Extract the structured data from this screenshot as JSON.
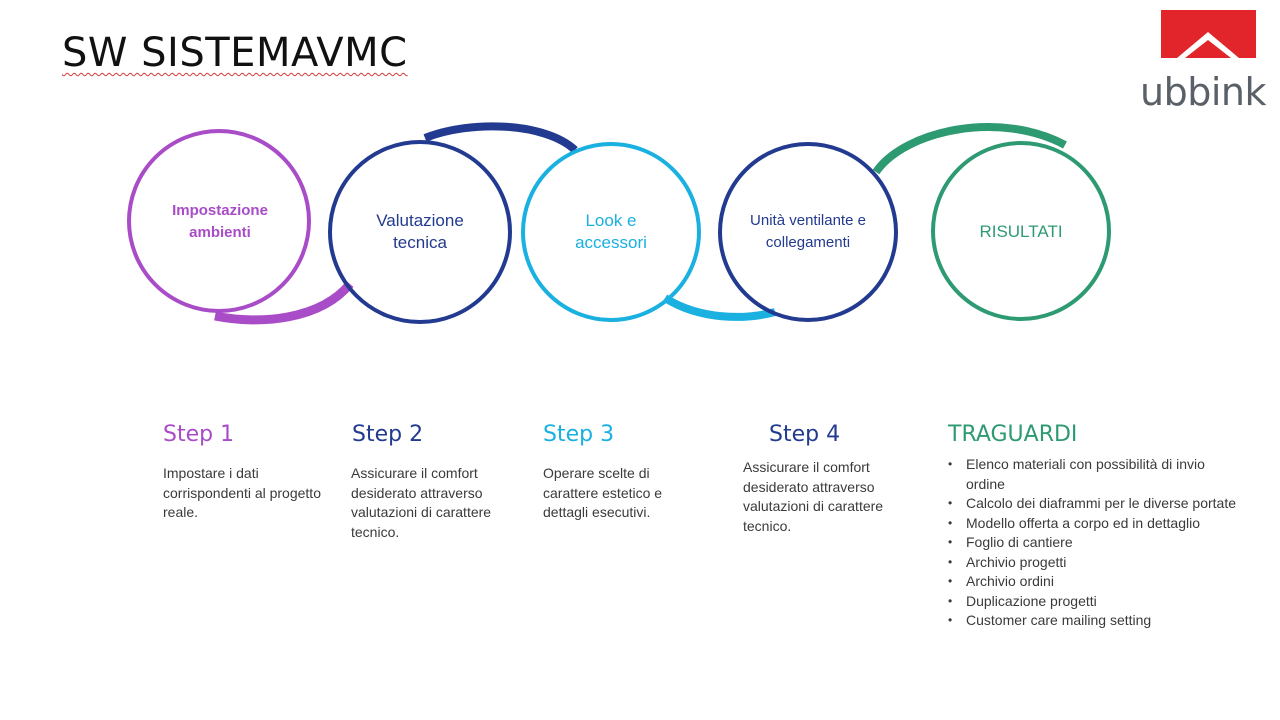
{
  "title": "SW SISTEMAVMC",
  "logo": {
    "text": "ubbink",
    "color": "#e2252b"
  },
  "circles": [
    {
      "label": "Impostazione ambienti",
      "color": "#a94cc7"
    },
    {
      "label": "Valutazione tecnica",
      "color": "#223a8f"
    },
    {
      "label": "Look e accessori",
      "color": "#1ab0e0"
    },
    {
      "label": "Unità ventilante e collegamenti",
      "color": "#223a8f"
    },
    {
      "label": "RISULTATI",
      "color": "#2e9a72"
    }
  ],
  "steps": [
    {
      "heading": "Step 1",
      "text": "Impostare i dati corrispondenti al progetto reale.",
      "color": "#a94cc7"
    },
    {
      "heading": "Step 2",
      "text": "Assicurare il comfort desiderato attraverso valutazioni di carattere tecnico.",
      "color": "#223a8f"
    },
    {
      "heading": "Step 3",
      "text": "Operare scelte di carattere estetico e dettagli esecutivi.",
      "color": "#1ab0e0"
    },
    {
      "heading": "Step 4",
      "text": "Assicurare il comfort desiderato attraverso valutazioni di carattere tecnico.",
      "color": "#223a8f"
    }
  ],
  "goals": {
    "heading": "TRAGUARDI",
    "color": "#2e9a72",
    "items": [
      "Elenco materiali con possibilità di invio ordine",
      "Calcolo dei diaframmi per le diverse portate",
      "Modello offerta a corpo ed in dettaglio",
      "Foglio di cantiere",
      "Archivio progetti",
      "Archivio ordini",
      "Duplicazione progetti",
      "Customer care mailing setting"
    ]
  }
}
